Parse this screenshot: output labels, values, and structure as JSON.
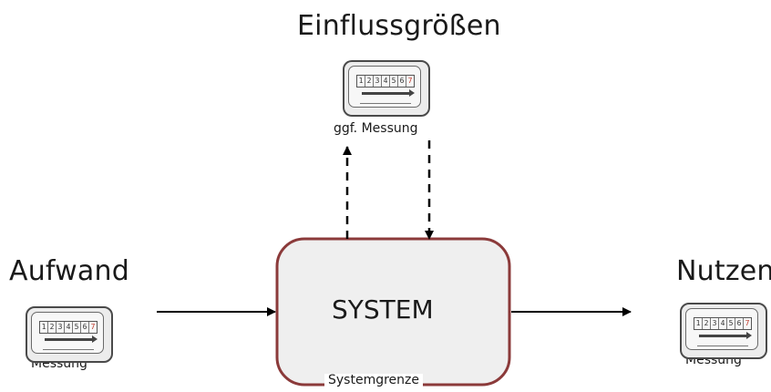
{
  "labels": {
    "einfluss": "Einflussgrößen",
    "aufwand": "Aufwand",
    "nutzen": "Nutzen",
    "system": "SYSTEM",
    "systemgrenze": "Systemgrenze",
    "ggf_messung": "ggf. Messung",
    "messung_left": "Messung",
    "messung_right": "Messung"
  },
  "meter": {
    "digits": [
      "1",
      "2",
      "3",
      "4",
      "5",
      "6",
      "7"
    ]
  },
  "colors": {
    "system_border": "#8b3a3a",
    "system_fill": "#efefef",
    "arrow": "#000000"
  },
  "icons": [
    "electricity-meter-icon"
  ]
}
